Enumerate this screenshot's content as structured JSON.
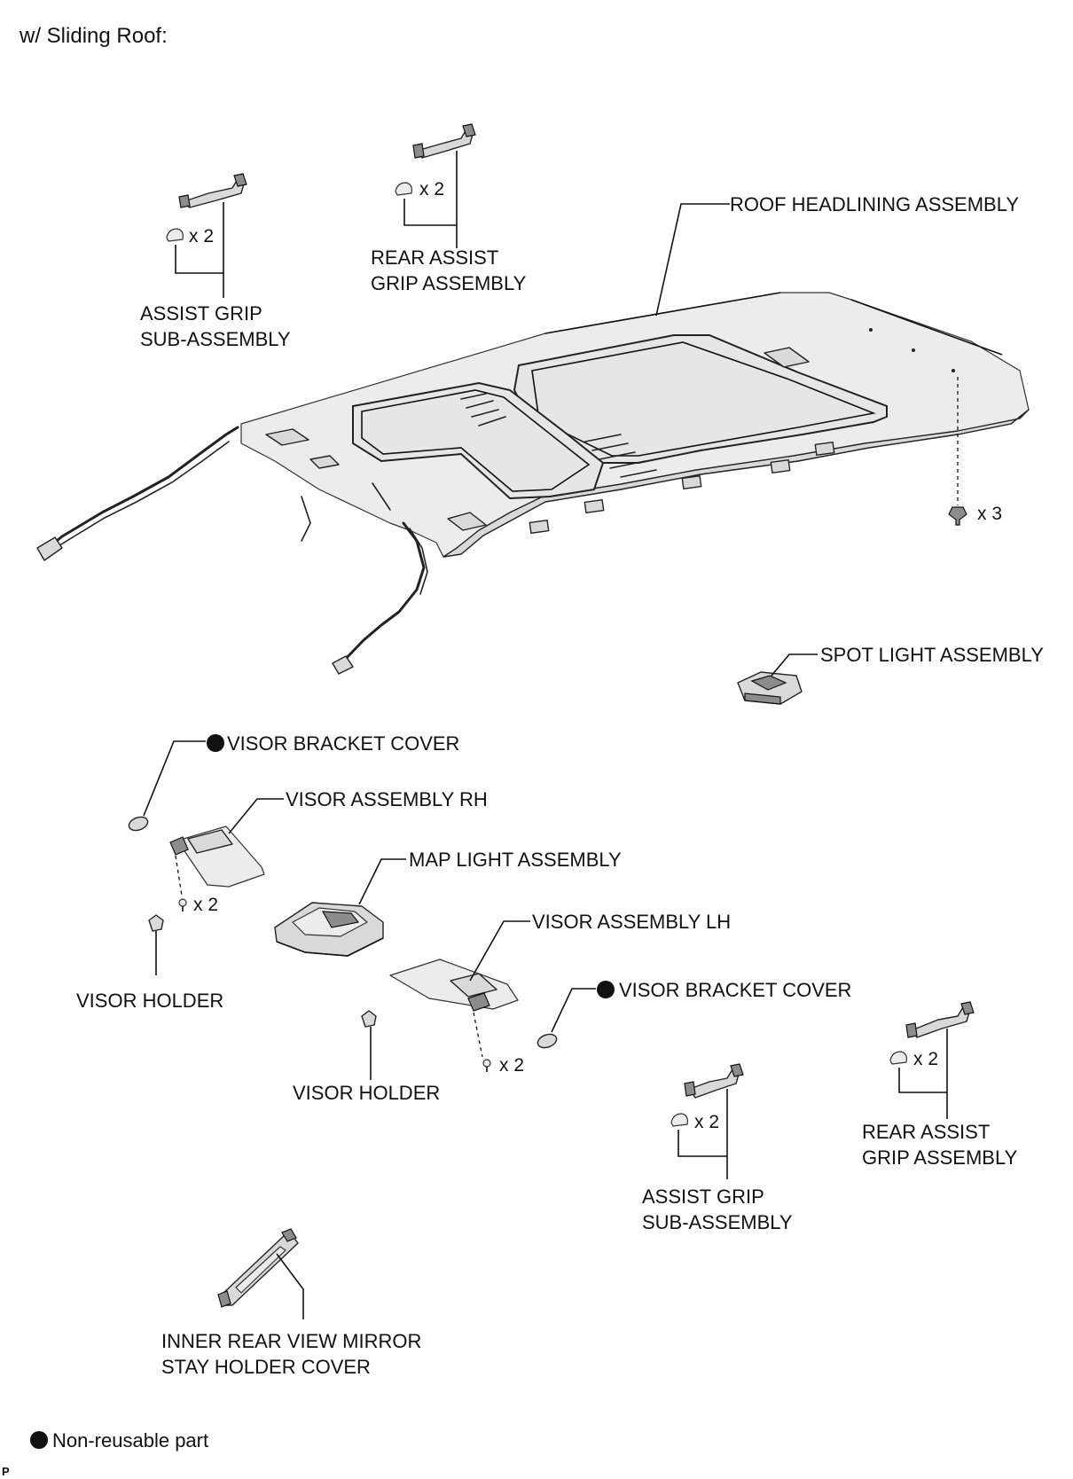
{
  "heading": "w/ Sliding Roof:",
  "labels": {
    "roof_headlining": "ROOF HEADLINING ASSEMBLY",
    "assist_grip_top_1": "ASSIST GRIP",
    "assist_grip_top_2": "SUB-ASSEMBLY",
    "rear_assist_grip_top_1": "REAR ASSIST",
    "rear_assist_grip_top_2": "GRIP ASSEMBLY",
    "spot_light": "SPOT LIGHT ASSEMBLY",
    "visor_bracket_cover_1": "VISOR BRACKET COVER",
    "visor_rh": "VISOR ASSEMBLY RH",
    "map_light": "MAP LIGHT ASSEMBLY",
    "visor_lh": "VISOR ASSEMBLY LH",
    "visor_bracket_cover_2": "VISOR BRACKET COVER",
    "visor_holder_1": "VISOR HOLDER",
    "visor_holder_2": "VISOR HOLDER",
    "assist_grip_bottom_1": "ASSIST GRIP",
    "assist_grip_bottom_2": "SUB-ASSEMBLY",
    "rear_assist_grip_bottom_1": "REAR ASSIST",
    "rear_assist_grip_bottom_2": "GRIP ASSEMBLY",
    "mirror_cover_1": "INNER REAR VIEW MIRROR",
    "mirror_cover_2": "STAY HOLDER COVER"
  },
  "quantities": {
    "assist_grip_top_clips": "x 2",
    "rear_assist_grip_top_clips": "x 2",
    "roof_clips": "x 3",
    "visor_rh_screws": "x 2",
    "visor_lh_screws": "x 2",
    "assist_grip_bottom_clips": "x 2",
    "rear_assist_grip_bottom_clips": "x 2"
  },
  "legend": {
    "non_reusable": "Non-reusable part"
  },
  "corner_mark": "P"
}
